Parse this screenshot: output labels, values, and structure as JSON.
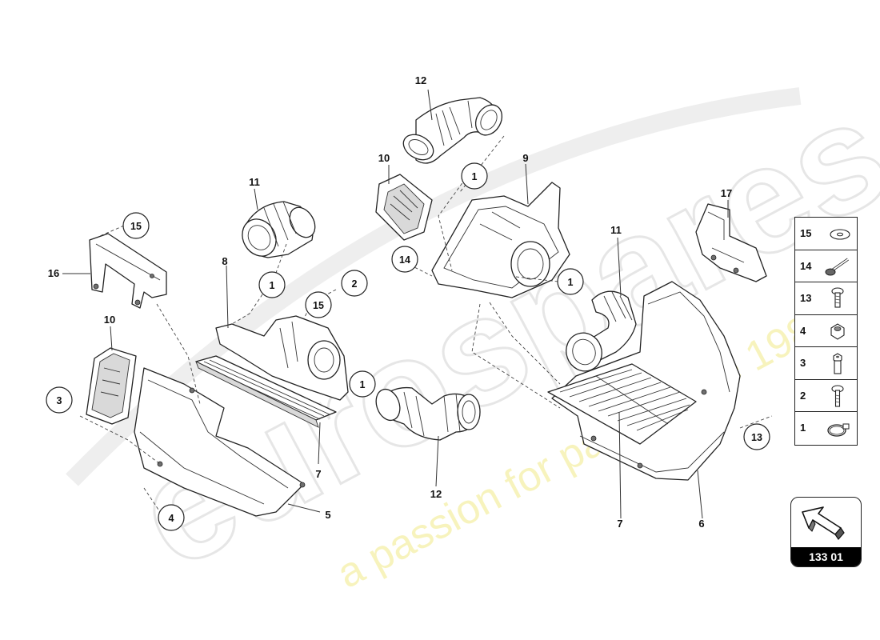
{
  "diagram": {
    "ref_code": "133 01",
    "labels": {
      "l12a": "12",
      "l10a": "10",
      "l11a": "11",
      "l9": "9",
      "l17": "17",
      "l16": "16",
      "l8": "8",
      "l11b": "11",
      "l10b": "10",
      "l7a": "7",
      "l12b": "12",
      "l5": "5",
      "l7b": "7",
      "l6": "6"
    },
    "callouts": {
      "c15a": "15",
      "c1a": "1",
      "c2": "2",
      "c15b": "15",
      "c1b": "1",
      "c14": "14",
      "c1c": "1",
      "c1d": "1",
      "c3": "3",
      "c4": "4",
      "c13": "13"
    },
    "legend": [
      {
        "number": "15",
        "icon": "washer-icon"
      },
      {
        "number": "14",
        "icon": "flange-bolt-icon"
      },
      {
        "number": "13",
        "icon": "screw-icon"
      },
      {
        "number": "4",
        "icon": "hex-nut-icon"
      },
      {
        "number": "3",
        "icon": "threaded-bushing-icon"
      },
      {
        "number": "2",
        "icon": "bolt-icon"
      },
      {
        "number": "1",
        "icon": "hose-clamp-icon"
      }
    ],
    "watermark": {
      "brand": "eurospares",
      "tagline": "a passion for parts since 1985"
    }
  }
}
